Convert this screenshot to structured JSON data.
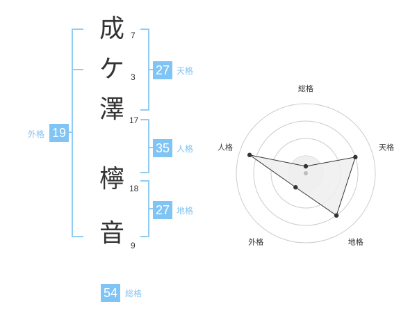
{
  "name_chars": [
    {
      "char": "成",
      "strokes": "7"
    },
    {
      "char": "ケ",
      "strokes": "3"
    },
    {
      "char": "澤",
      "strokes": "17"
    },
    {
      "char": "檸",
      "strokes": "18"
    },
    {
      "char": "音",
      "strokes": "9"
    }
  ],
  "fortunes": {
    "tenkaku": {
      "value": "27",
      "label": "天格"
    },
    "jinkaku": {
      "value": "35",
      "label": "人格"
    },
    "chikaku": {
      "value": "27",
      "label": "地格"
    },
    "gaikaku": {
      "value": "19",
      "label": "外格"
    },
    "soukaku": {
      "value": "54",
      "label": "総格"
    }
  },
  "colors": {
    "accent": "#7fc4f5",
    "text": "#333333",
    "bracket": "#8ecbf5",
    "grid": "#cccccc",
    "polygon_fill": "#efefef",
    "polygon_stroke": "#333333",
    "center_dot": "#bbbbbb"
  },
  "chart_data": {
    "type": "radar",
    "axes": [
      "総格",
      "天格",
      "地格",
      "外格",
      "人格"
    ],
    "values": [
      0.1,
      0.75,
      0.75,
      0.25,
      0.85
    ],
    "rings": 4,
    "range": [
      0,
      1
    ]
  }
}
